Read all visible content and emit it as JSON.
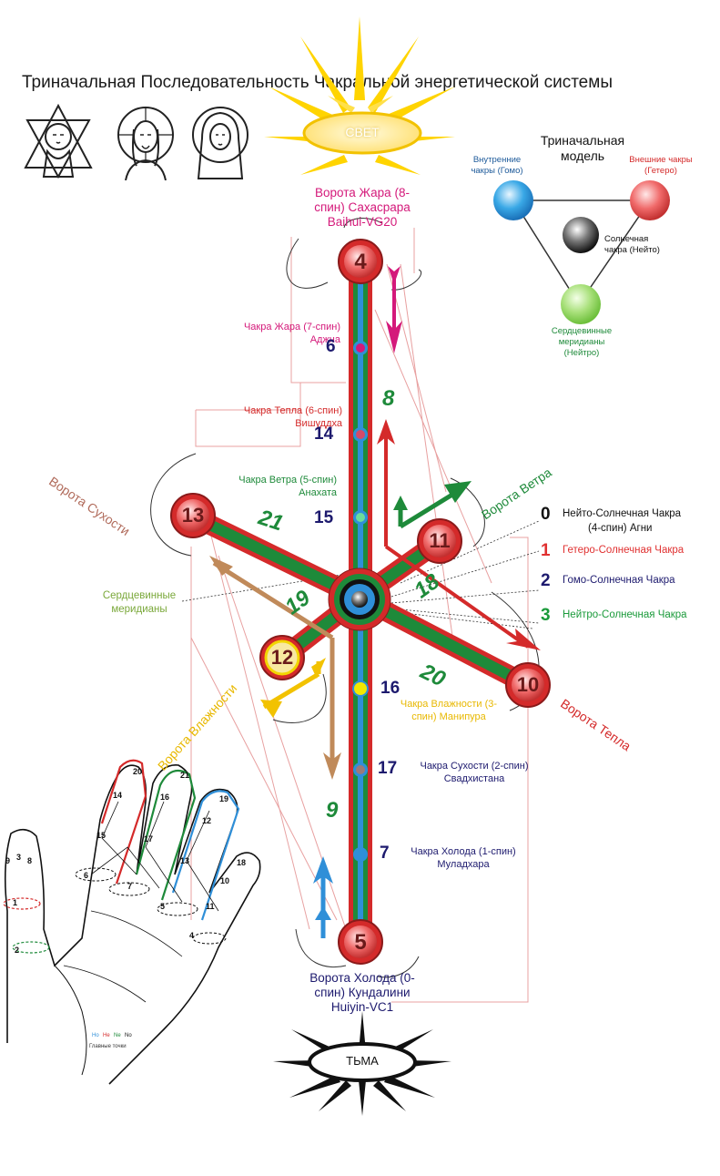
{
  "title": "Триначальная Последовательность Чакральной энергетической системы",
  "sun_label": "СВЕТ",
  "dark_label": "ТЬМА",
  "icons": [
    "trinity-father-icon",
    "christ-icon",
    "virgin-mary-icon"
  ],
  "top_gate": {
    "line1": "Ворота Жара (8-",
    "line2": "спин)  Сахасрара",
    "line3": "Baihui-VG20"
  },
  "bottom_gate": {
    "line1": "Ворота Холода (0-",
    "line2": "спин)  Кундалини",
    "line3": "Huiyin-VC1"
  },
  "gate_dryness": "Ворота Сухости",
  "gate_wind": "Ворота Ветра",
  "gate_heat": "Ворота Тепла",
  "gate_humidity": "Ворота Влажности",
  "chakras": {
    "heat7": {
      "line1": "Чакра Жара (7-спин)",
      "line2": "Аджна",
      "num": "6"
    },
    "warmth6": {
      "line1": "Чакра Тепла (6-спин)",
      "line2": "Вишуддха",
      "num": "14"
    },
    "wind5": {
      "line1": "Чакра Ветра (5-спин)",
      "line2": "Анахата",
      "num": "15"
    },
    "humidity3": {
      "line1": "Чакра Влажности (3-",
      "line2": "спин) Манипура",
      "num": "16"
    },
    "dryness2": {
      "line1": "Чакра Сухости (2-спин)",
      "line2": "Свадхистана",
      "num": "17"
    },
    "cold1": {
      "line1": "Чакра Холода (1-спин)",
      "line2": "Муладхара",
      "num": "7"
    }
  },
  "nodes": {
    "top": "4",
    "bottom": "5",
    "left_upper": "13",
    "right_upper": "11",
    "left_lower": "12",
    "right_lower": "10"
  },
  "segment_numbers": {
    "n8": "8",
    "n9": "9",
    "n21": "21",
    "n19": "19",
    "n18": "18",
    "n20": "20"
  },
  "meridians_label": {
    "line1": "Сердцевинные",
    "line2": "меридианы"
  },
  "legend": [
    {
      "num": "0",
      "text1": "Нейто-Солнечная Чакра",
      "text2": "(4-спин) Агни",
      "color": "#111111"
    },
    {
      "num": "1",
      "text1": "Гетеро-Солнечная Чакра",
      "text2": "",
      "color": "#e03030"
    },
    {
      "num": "2",
      "text1": "Гомо-Солнечная Чакра",
      "text2": "",
      "color": "#1d1a6e"
    },
    {
      "num": "3",
      "text1": "Нейтро-Солнечная Чакра",
      "text2": "",
      "color": "#1a9a3a"
    }
  ],
  "model": {
    "title1": "Триначальная",
    "title2": "модель",
    "inner1": "Внутренние",
    "inner2": "чакры (Гомо)",
    "outer1": "Внешние чакры",
    "outer2": "(Гетеро)",
    "solar1": "Солнечная",
    "solar2": "чакра (Нейто)",
    "heart1": "Сердцевинные",
    "heart2": "меридианы",
    "heart3": "(Нейтро)"
  },
  "hand": {
    "points": [
      "20",
      "21",
      "19",
      "14",
      "16",
      "12",
      "18",
      "15",
      "17",
      "13",
      "10",
      "6",
      "7",
      "5",
      "11",
      "4",
      "1",
      "2",
      "9",
      "3",
      "8"
    ],
    "legend_small": "Главные точки",
    "legend_marks": [
      "Но",
      "Не",
      "Ne",
      "No"
    ]
  },
  "colors": {
    "red": "#d42a2a",
    "green": "#1e8a3a",
    "blue": "#2f8fd8",
    "navy": "#1d1a6e",
    "magenta": "#d4197a",
    "brown": "#c08a5a",
    "yellow": "#f2d500",
    "node_fill": "#b85c5c"
  }
}
